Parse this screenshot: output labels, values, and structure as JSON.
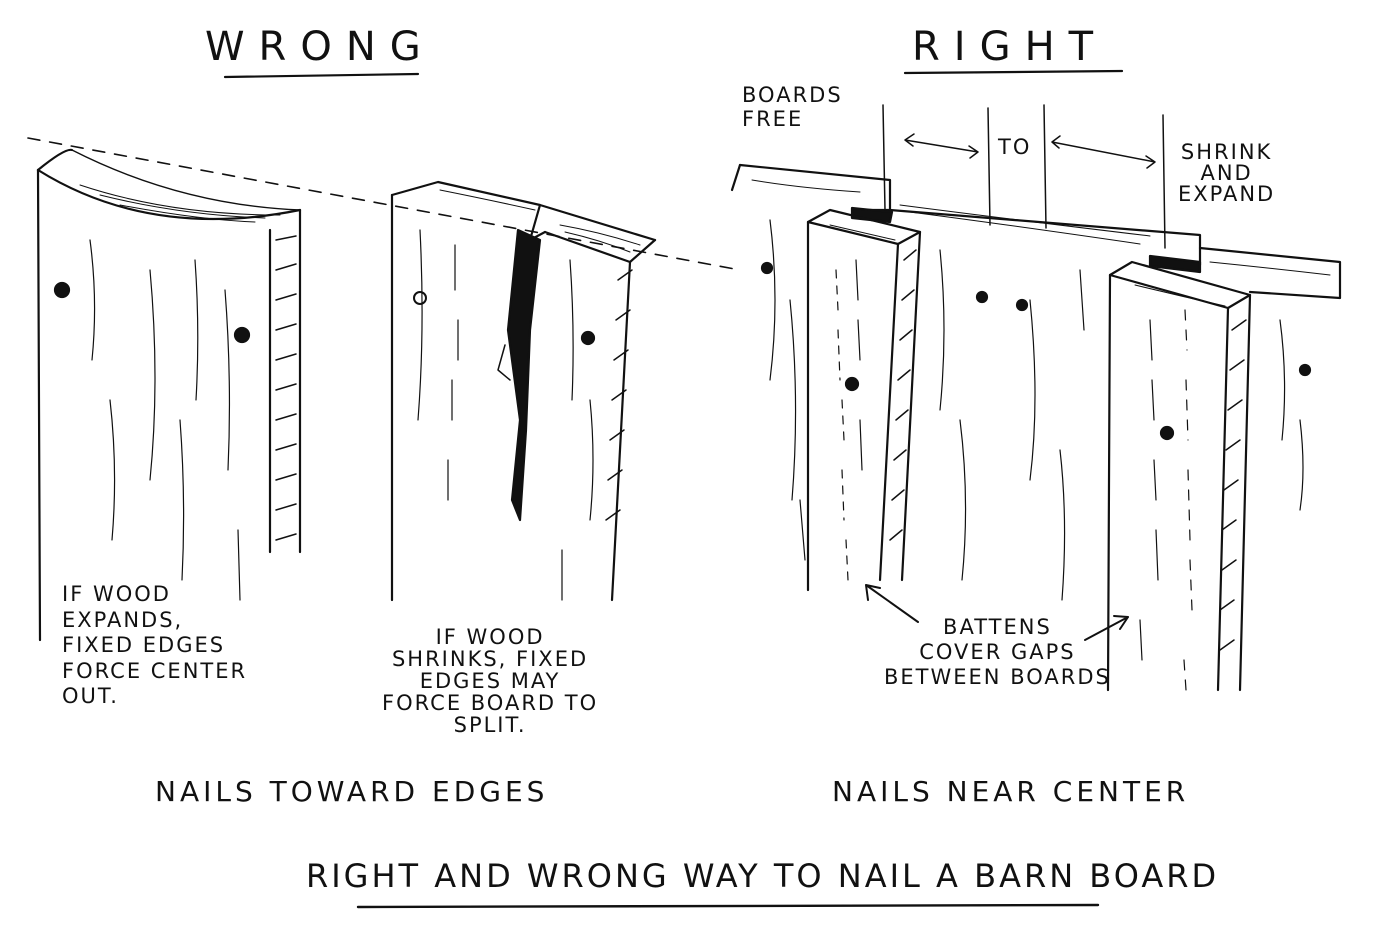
{
  "headings": {
    "wrong": "WRONG",
    "right": "RIGHT"
  },
  "annotations": {
    "boards_free": "BOARDS\nFREE",
    "to": "TO",
    "shrink_expand": "SHRINK\nAND\nEXPAND",
    "expands_note": "IF WOOD\nEXPANDS,\nFIXED EDGES\nFORCE CENTER\nOUT.",
    "shrinks_note": "IF WOOD\nSHRINKS, FIXED\nEDGES MAY\nFORCE BOARD TO\nSPLIT.",
    "battens_note": "BATTENS\nCOVER GAPS\nBETWEEN BOARDS"
  },
  "captions": {
    "left": "NAILS TOWARD EDGES",
    "right": "NAILS NEAR CENTER"
  },
  "title": "RIGHT AND WRONG WAY TO NAIL A BARN BOARD",
  "colors": {
    "ink": "#111111",
    "paper": "#ffffff"
  }
}
